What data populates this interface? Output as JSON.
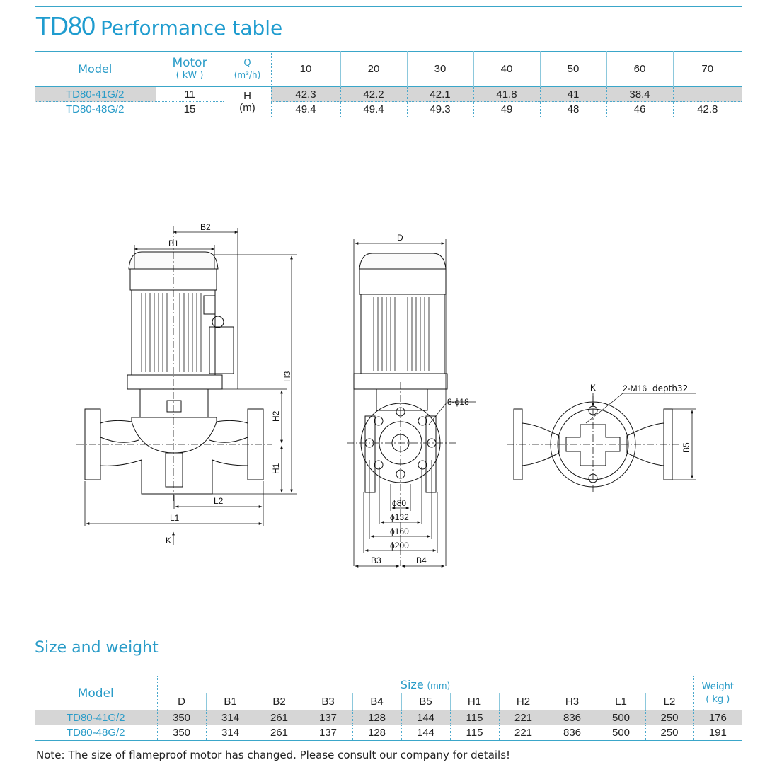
{
  "perf": {
    "title_model": "TD80",
    "title_rest": "Performance table",
    "col_model": "Model",
    "col_motor": "Motor",
    "col_motor_unit": "( kW )",
    "col_q": "Q",
    "col_q_unit": "(m³/h)",
    "col_h": "H",
    "col_h_unit": "(m)",
    "flows": [
      "10",
      "20",
      "30",
      "40",
      "50",
      "60",
      "70"
    ],
    "rows": [
      {
        "model": "TD80-41G/2",
        "motor": "11",
        "heads": [
          "42.3",
          "42.2",
          "42.1",
          "41.8",
          "41",
          "38.4",
          ""
        ]
      },
      {
        "model": "TD80-48G/2",
        "motor": "15",
        "heads": [
          "49.4",
          "49.4",
          "49.3",
          "49",
          "48",
          "46",
          "42.8"
        ]
      }
    ]
  },
  "drawing": {
    "side_labels": {
      "b2": "B2",
      "b1": "B1",
      "h3": "H3",
      "h2": "H2",
      "h1": "H1",
      "l2": "L2",
      "l1": "L1",
      "k": "K"
    },
    "front_labels": {
      "d": "D",
      "holes": "8-ϕ18",
      "d80": "ϕ80",
      "d132": "ϕ132",
      "d160": "ϕ160",
      "d200": "ϕ200",
      "b3": "B3",
      "b4": "B4"
    },
    "section_labels": {
      "k": "K",
      "thread": "2-M16",
      "depth": "depth32",
      "b5": "B5"
    }
  },
  "size": {
    "title": "Size and weight",
    "col_model": "Model",
    "size_label": "Size",
    "size_unit": "(mm)",
    "weight_label": "Weight",
    "weight_unit": "( kg )",
    "dims": [
      "D",
      "B1",
      "B2",
      "B3",
      "B4",
      "B5",
      "H1",
      "H2",
      "H3",
      "L1",
      "L2"
    ],
    "rows": [
      {
        "model": "TD80-41G/2",
        "values": [
          "350",
          "314",
          "261",
          "137",
          "128",
          "144",
          "115",
          "221",
          "836",
          "500",
          "250"
        ],
        "weight": "176"
      },
      {
        "model": "TD80-48G/2",
        "values": [
          "350",
          "314",
          "261",
          "137",
          "128",
          "144",
          "115",
          "221",
          "836",
          "500",
          "250"
        ],
        "weight": "191"
      }
    ]
  },
  "note": "Note: The size of flameproof motor has changed. Please consult our company for details!"
}
